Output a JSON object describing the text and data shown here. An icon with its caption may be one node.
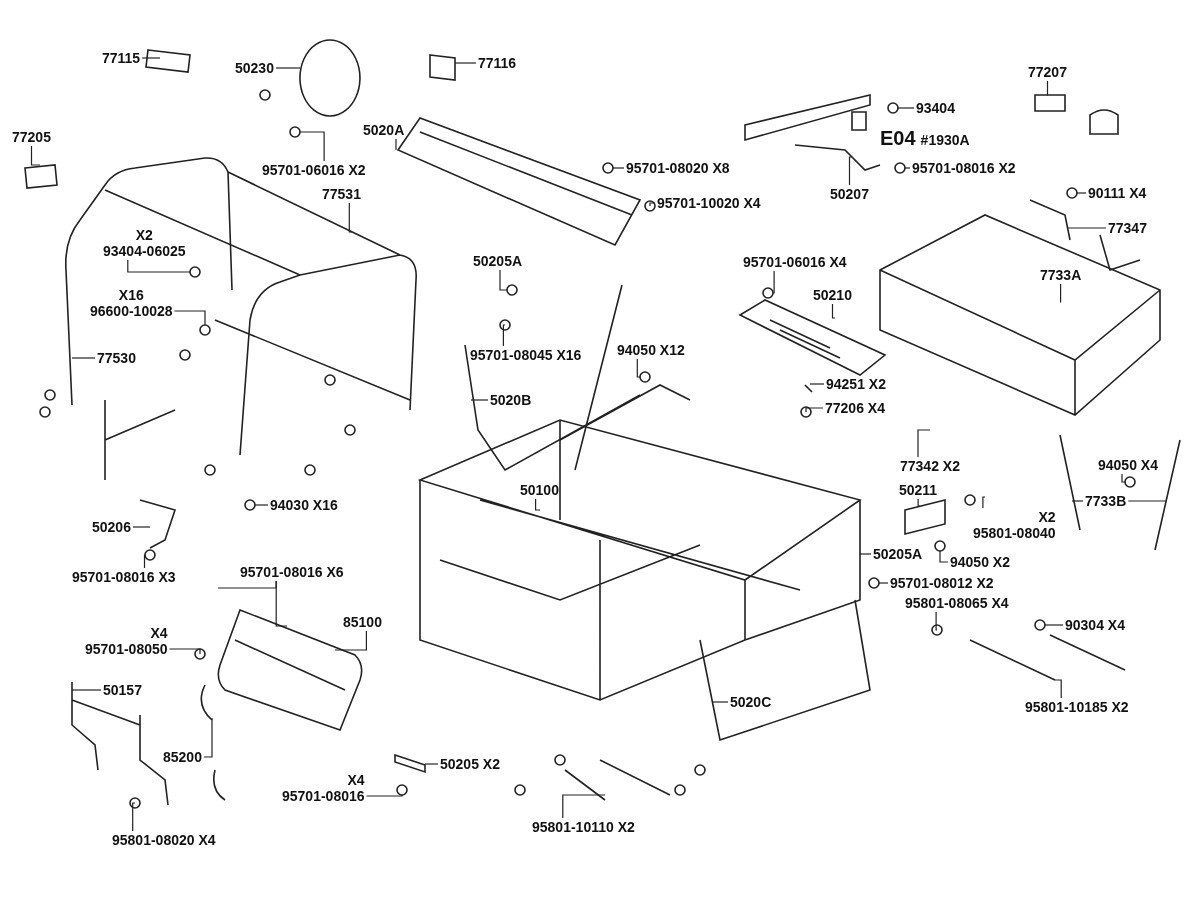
{
  "diagram": {
    "nodes": [
      {
        "text": [
          "77115"
        ]
      },
      {
        "text": [
          "50230"
        ]
      },
      {
        "text": [
          "77205"
        ]
      },
      {
        "text": [
          "95701-06016 X2"
        ]
      },
      {
        "text": [
          "77116"
        ]
      },
      {
        "text": [
          "5020A"
        ]
      },
      {
        "text": [
          "95701-08020 X8"
        ]
      },
      {
        "text": [
          "95701-10020 X4"
        ]
      },
      {
        "text": [
          "93404"
        ]
      },
      {
        "text": [
          "E04",
          "#1930A"
        ]
      },
      {
        "text": [
          "50207"
        ]
      },
      {
        "text": [
          "95701-08016 X2"
        ]
      },
      {
        "text": [
          "77207"
        ]
      },
      {
        "text": [
          "90111 X4"
        ]
      },
      {
        "text": [
          "77347"
        ]
      },
      {
        "text": [
          "77531"
        ]
      },
      {
        "text": [
          "X2",
          "93404-06025"
        ]
      },
      {
        "text": [
          "X16",
          "96600-10028"
        ]
      },
      {
        "text": [
          "77530"
        ]
      },
      {
        "text": [
          "50205A"
        ]
      },
      {
        "text": [
          "95701-06016 X4"
        ]
      },
      {
        "text": [
          "7733A"
        ]
      },
      {
        "text": [
          "50210"
        ]
      },
      {
        "text": [
          "95701-08045 X16"
        ]
      },
      {
        "text": [
          "94050 X12"
        ]
      },
      {
        "text": [
          "5020B"
        ]
      },
      {
        "text": [
          "94251 X2"
        ]
      },
      {
        "text": [
          "77206 X4"
        ]
      },
      {
        "text": [
          "77342 X2"
        ]
      },
      {
        "text": [
          "94050 X4"
        ]
      },
      {
        "text": [
          "94030 X16"
        ]
      },
      {
        "text": [
          "50206"
        ]
      },
      {
        "text": [
          "50100"
        ]
      },
      {
        "text": [
          "50211"
        ]
      },
      {
        "text": [
          "7733B"
        ]
      },
      {
        "text": [
          "X2",
          "95801-08040"
        ]
      },
      {
        "text": [
          "50205A"
        ]
      },
      {
        "text": [
          "94050 X2"
        ]
      },
      {
        "text": [
          "95701-08012 X2"
        ]
      },
      {
        "text": [
          "95701-08016 X3"
        ]
      },
      {
        "text": [
          "95701-08016 X6"
        ]
      },
      {
        "text": [
          "85100"
        ]
      },
      {
        "text": [
          "X4",
          "95701-08050"
        ]
      },
      {
        "text": [
          "50157"
        ]
      },
      {
        "text": [
          "5020C"
        ]
      },
      {
        "text": [
          "95801-08065 X4"
        ]
      },
      {
        "text": [
          "90304 X4"
        ]
      },
      {
        "text": [
          "95801-10185 X2"
        ]
      },
      {
        "text": [
          "85200"
        ]
      },
      {
        "text": [
          "50205 X2"
        ]
      },
      {
        "text": [
          "X4",
          "95701-08016"
        ]
      },
      {
        "text": [
          "95801-10110 X2"
        ]
      },
      {
        "text": [
          "95801-08020 X4"
        ]
      },
      {
        "text": [],
        "shape": "circle"
      },
      {
        "text": [],
        "shape": "circle"
      },
      {
        "text": [],
        "shape": "circle"
      },
      {
        "text": [],
        "shape": "circle"
      },
      {
        "text": [],
        "shape": "circle"
      },
      {
        "text": [],
        "shape": "circle"
      },
      {
        "text": [],
        "shape": "circle"
      },
      {
        "text": [],
        "shape": "circle"
      },
      {
        "text": [],
        "shape": "circle"
      },
      {
        "text": [],
        "shape": "circle"
      },
      {
        "text": [],
        "shape": "circle"
      },
      {
        "text": [],
        "shape": "circle"
      },
      {
        "text": [],
        "shape": "circle"
      },
      {
        "text": [],
        "shape": "circle"
      },
      {
        "text": [],
        "shape": "circle"
      },
      {
        "text": [],
        "shape": "circle"
      },
      {
        "text": [],
        "shape": "circle"
      },
      {
        "text": [],
        "shape": "circle"
      },
      {
        "text": [],
        "shape": "circle"
      },
      {
        "text": [],
        "shape": "circle"
      },
      {
        "text": [],
        "shape": "circle"
      },
      {
        "text": [],
        "shape": "circle"
      },
      {
        "text": [],
        "shape": "circle"
      }
    ],
    "edges": [
      {
        "from": 0,
        "to": null,
        "arrow": "none"
      },
      {
        "from": 1,
        "to": null,
        "arrow": "none"
      },
      {
        "from": 2,
        "to": null,
        "arrow": "none"
      },
      {
        "from": 3,
        "to": 53,
        "arrow": "none"
      },
      {
        "from": 4,
        "to": null,
        "arrow": "none"
      },
      {
        "from": 5,
        "to": null,
        "arrow": "none"
      },
      {
        "from": 6,
        "to": 54,
        "arrow": "none"
      },
      {
        "from": 7,
        "to": 55,
        "arrow": "none"
      },
      {
        "from": 8,
        "to": 56,
        "arrow": "none"
      },
      {
        "from": 10,
        "to": null,
        "arrow": "none"
      },
      {
        "from": 11,
        "to": 57,
        "arrow": "none"
      },
      {
        "from": 12,
        "to": null,
        "arrow": "none"
      },
      {
        "from": 13,
        "to": 58,
        "arrow": "none"
      },
      {
        "from": 14,
        "to": null,
        "arrow": "none"
      },
      {
        "from": 15,
        "to": null,
        "arrow": "none"
      },
      {
        "from": 16,
        "to": 59,
        "arrow": "none"
      },
      {
        "from": 17,
        "to": 60,
        "arrow": "none"
      },
      {
        "from": 18,
        "to": null,
        "arrow": "none"
      },
      {
        "from": 19,
        "to": 61,
        "arrow": "none"
      },
      {
        "from": 20,
        "to": 62,
        "arrow": "none"
      },
      {
        "from": 21,
        "to": null,
        "arrow": "none"
      },
      {
        "from": 22,
        "to": null,
        "arrow": "none"
      },
      {
        "from": 23,
        "to": 63,
        "arrow": "none"
      },
      {
        "from": 24,
        "to": 64,
        "arrow": "none"
      },
      {
        "from": 25,
        "to": null,
        "arrow": "none"
      },
      {
        "from": 26,
        "to": null,
        "arrow": "none"
      },
      {
        "from": 27,
        "to": 65,
        "arrow": "none"
      },
      {
        "from": 28,
        "to": null,
        "arrow": "none"
      },
      {
        "from": 29,
        "to": 66,
        "arrow": "none"
      },
      {
        "from": 30,
        "to": 67,
        "arrow": "none"
      },
      {
        "from": 31,
        "to": null,
        "arrow": "none"
      },
      {
        "from": 32,
        "to": null,
        "arrow": "none"
      },
      {
        "from": 33,
        "to": null,
        "arrow": "none"
      },
      {
        "from": 34,
        "to": null,
        "arrow": "none"
      },
      {
        "from": 34,
        "to": null,
        "arrow": "none"
      },
      {
        "from": 35,
        "to": null,
        "arrow": "none"
      },
      {
        "from": 36,
        "to": null,
        "arrow": "none"
      },
      {
        "from": 37,
        "to": 68,
        "arrow": "none"
      },
      {
        "from": 38,
        "to": 69,
        "arrow": "none"
      },
      {
        "from": 39,
        "to": 70,
        "arrow": "none"
      },
      {
        "from": 40,
        "to": null,
        "arrow": "none"
      },
      {
        "from": 40,
        "to": null,
        "arrow": "none"
      },
      {
        "from": 41,
        "to": null,
        "arrow": "none"
      },
      {
        "from": 42,
        "to": 71,
        "arrow": "none"
      },
      {
        "from": 43,
        "to": null,
        "arrow": "none"
      },
      {
        "from": 44,
        "to": null,
        "arrow": "none"
      },
      {
        "from": 45,
        "to": 72,
        "arrow": "none"
      },
      {
        "from": 46,
        "to": 73,
        "arrow": "none"
      },
      {
        "from": 47,
        "to": null,
        "arrow": "none"
      },
      {
        "from": 48,
        "to": null,
        "arrow": "none"
      },
      {
        "from": 49,
        "to": null,
        "arrow": "none"
      },
      {
        "from": 50,
        "to": 74,
        "arrow": "none"
      },
      {
        "from": 51,
        "to": null,
        "arrow": "none"
      },
      {
        "from": 52,
        "to": 75,
        "arrow": "none"
      }
    ]
  }
}
